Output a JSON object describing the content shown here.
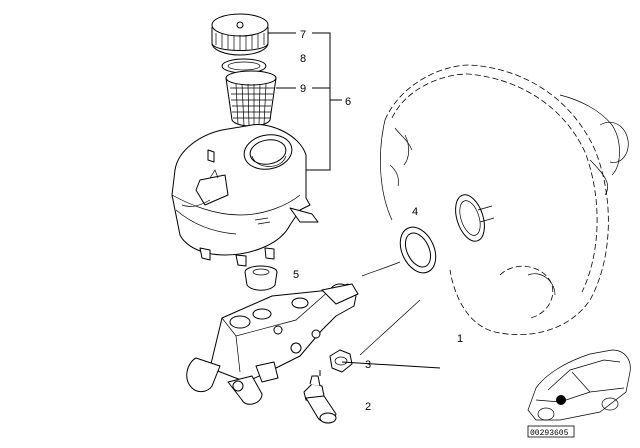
{
  "callouts": {
    "c1": "1",
    "c2": "2",
    "c3": "3",
    "c4": "4",
    "c5": "5",
    "c6": "6",
    "c7": "7",
    "c8": "8",
    "c9": "9"
  },
  "diagram_code": "00293605"
}
